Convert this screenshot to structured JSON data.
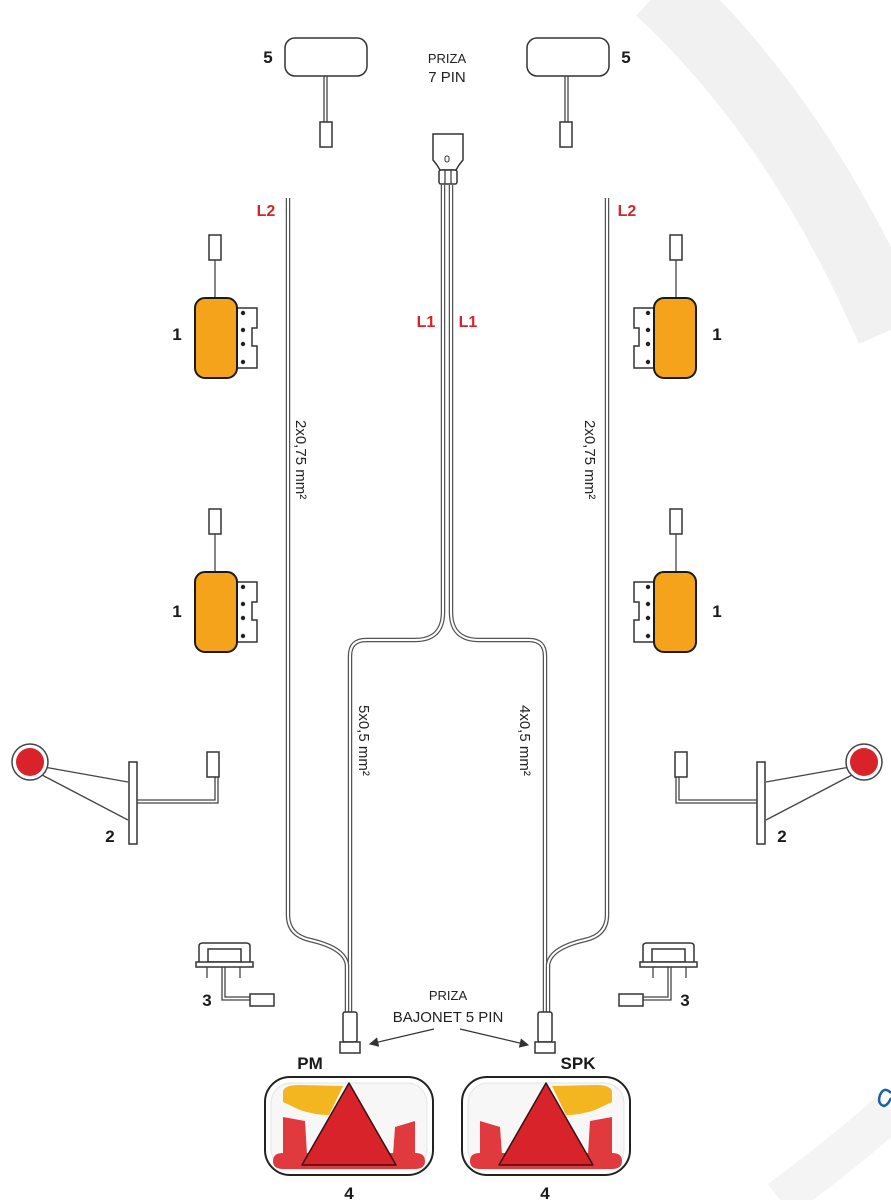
{
  "title_top": {
    "line1": "PRIZA",
    "line2": "7 PIN"
  },
  "title_bottom": {
    "line1": "PRIZA",
    "line2": "BAJONET 5 PIN"
  },
  "wire_labels": {
    "l1": "L1",
    "l2": "L2"
  },
  "cable_labels": {
    "side_left": "2x0,75 mm²",
    "side_right": "2x0,75 mm²",
    "main_left": "5x0,5 mm²",
    "main_right": "4x0,5 mm²"
  },
  "part_numbers": {
    "mirror": "5",
    "amber_marker": "1",
    "side_marker": "2",
    "license_lamp": "3",
    "tail_lamp": "4"
  },
  "tail_lamp_labels": {
    "left": "PM",
    "right": "SPK"
  },
  "colors": {
    "amber": "#f5a31a",
    "red": "#d9232a",
    "light_red": "#e03a3e",
    "yellow": "#f3b620",
    "logo_blue": "#1a5fa8"
  }
}
